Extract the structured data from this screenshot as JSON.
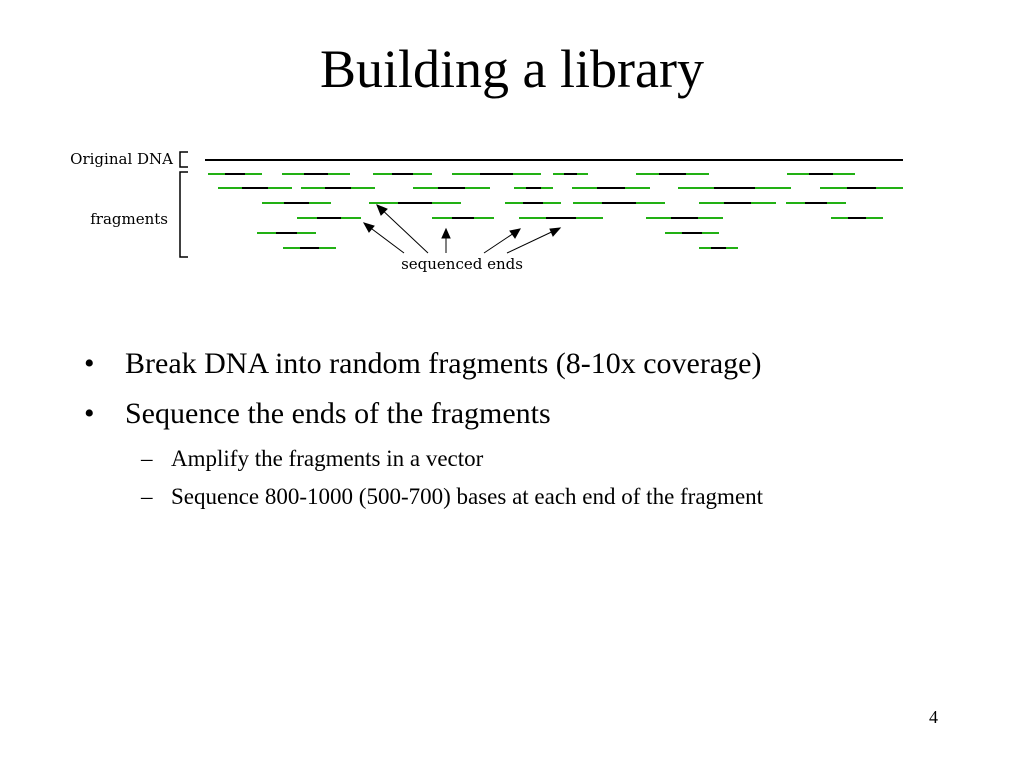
{
  "slide": {
    "title": "Building a library",
    "page_number": "4"
  },
  "diagram": {
    "original_label": "Original DNA",
    "fragments_label": "fragments",
    "ends_label": "sequenced ends",
    "colors": {
      "strand": "#000000",
      "end": "#22b014"
    }
  },
  "bullets": [
    {
      "level": 1,
      "marker": "•",
      "text": "Break DNA into random fragments (8-10x coverage)"
    },
    {
      "level": 1,
      "marker": "•",
      "text": "Sequence the ends of the fragments"
    },
    {
      "level": 2,
      "marker": "–",
      "text": "Amplify the fragments in a vector"
    },
    {
      "level": 2,
      "marker": "–",
      "text": "Sequence 800-1000 (500-700) bases at each end of the fragment"
    }
  ]
}
